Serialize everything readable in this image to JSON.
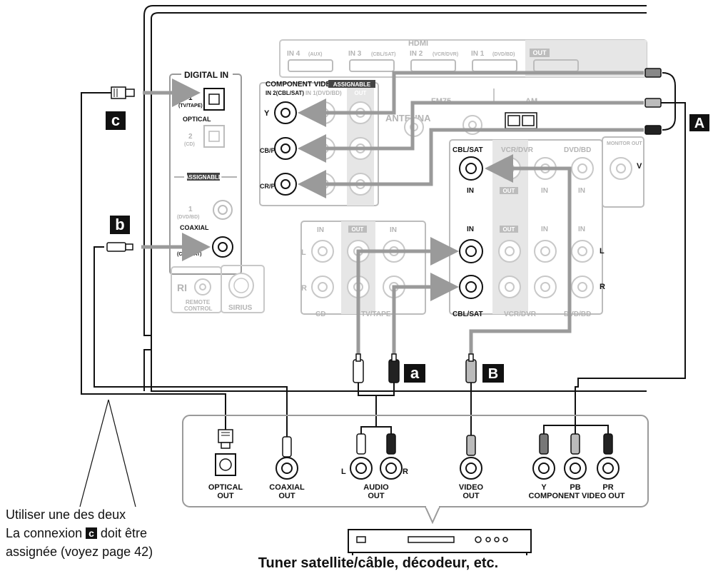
{
  "receiver": {
    "hdmi": {
      "title": "HDMI",
      "ports": [
        {
          "name": "IN 4",
          "sub": "(AUX)"
        },
        {
          "name": "IN 3",
          "sub": "(CBL/SAT)"
        },
        {
          "name": "IN 2",
          "sub": "(VCR/DVR)"
        },
        {
          "name": "IN 1",
          "sub": "(DVD/BD)"
        },
        {
          "name": "OUT",
          "sub": ""
        }
      ]
    },
    "digital_in": {
      "title": "DIGITAL IN",
      "optical_1": "1",
      "optical_1_sub": "(TV/TAPE)",
      "optical_label": "OPTICAL",
      "optical_2": "2",
      "optical_2_sub": "(CD)",
      "assignable": "ASSIGNABLE",
      "coax_1": "1",
      "coax_1_sub": "(DVD/BD)",
      "coaxial_label": "COAXIAL",
      "coax_2": "2",
      "coax_2_sub": "(CBL/SAT)"
    },
    "component_video": {
      "title": "COMPONENT VIDEO",
      "assignable": "ASSIGNABLE",
      "in2": "IN 2(CBL/SAT)",
      "in1": "IN 1(DVD/BD)",
      "out": "OUT",
      "y": "Y",
      "cb": "CB/PB",
      "cr": "CR/PR"
    },
    "antenna": {
      "label": "ANTENNA",
      "fm": "FM75",
      "am": "AM"
    },
    "video_section": {
      "cbl_sat": "CBL/SAT",
      "vcr_dvr": "VCR/DVR",
      "dvd_bd": "DVD/BD",
      "monitor_out": "MONITOR OUT",
      "v": "V",
      "in": "IN",
      "out": "OUT",
      "l": "L",
      "r": "R",
      "cbl_sat_bottom": "CBL/SAT",
      "vcr_dvr_bottom": "VCR/DVR",
      "dvd_bd_bottom": "DVD/BD"
    },
    "audio_left": {
      "in": "IN",
      "out": "OUT",
      "l": "L",
      "r": "R",
      "cd": "CD",
      "tv_tape": "TV/TAPE"
    },
    "ri": {
      "logo": "RI",
      "remote": "REMOTE",
      "control": "CONTROL"
    },
    "sirius": "SIRIUS"
  },
  "cable_tags": {
    "A": "A",
    "B": "B",
    "a": "a",
    "b": "b",
    "c": "c"
  },
  "device": {
    "outputs": {
      "optical": [
        "OPTICAL",
        "OUT"
      ],
      "coaxial": [
        "COAXIAL",
        "OUT"
      ],
      "audio": [
        "AUDIO",
        "OUT"
      ],
      "video": [
        "VIDEO",
        "OUT"
      ],
      "component": "COMPONENT VIDEO OUT",
      "l": "L",
      "r": "R",
      "y": "Y",
      "pb": "PB",
      "pr": "PR"
    },
    "caption": "Tuner satellite/câble, décodeur, etc."
  },
  "notes": {
    "line1": "Utiliser une des deux",
    "line2_before": "La connexion",
    "line2_tag": "c",
    "line2_after": "doit être",
    "line3": "assignée (voyez page 42)"
  }
}
